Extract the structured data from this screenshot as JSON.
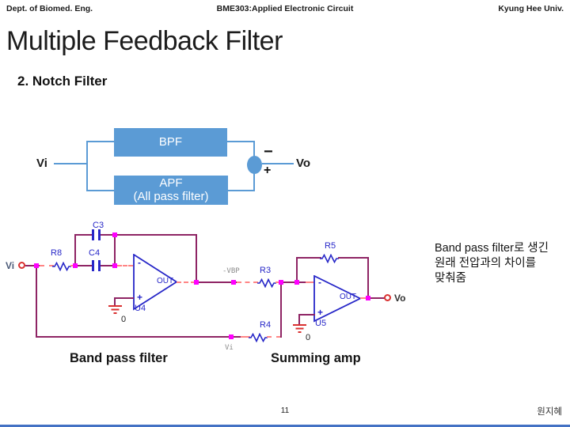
{
  "header": {
    "left": "Dept. of Biomed. Eng.",
    "center": "BME303:Applied Electronic Circuit",
    "right": "Kyung Hee Univ."
  },
  "title": "Multiple Feedback Filter",
  "subtitle": "2. Notch Filter",
  "block_diagram": {
    "input_label": "Vi",
    "output_label": "Vo",
    "bpf_label": "BPF",
    "apf_label": "APF",
    "apf_sublabel": "(All pass filter)",
    "minus": "−",
    "plus": "+"
  },
  "circuit": {
    "labels": {
      "r8": "R8",
      "c3": "C3",
      "c4": "C4",
      "r3": "R3",
      "r4": "R4",
      "r5": "R5",
      "u4": "U4",
      "u5": "U5",
      "out": "OUT",
      "vi_port": "Vi",
      "vo_port": "Vo",
      "vbp_net": "-VBP",
      "vi_net": "Vi",
      "gnd_zero": "0"
    },
    "colors": {
      "wire": "#8E2464",
      "component": "#2727C8",
      "junction_node": "#FF00FF",
      "pin_dash": "#FF8585",
      "port": "#D93030",
      "block_accent": "#5B9BD5",
      "footer_bar": "#4472C4"
    }
  },
  "annotations": {
    "korean_note": [
      "Band pass filter로 생긴",
      "원래 전압과의 차이를",
      "맞춰줌"
    ],
    "bpf_caption": "Band pass filter",
    "summing_caption": "Summing amp"
  },
  "footer": {
    "page": "11",
    "author": "원지혜"
  }
}
